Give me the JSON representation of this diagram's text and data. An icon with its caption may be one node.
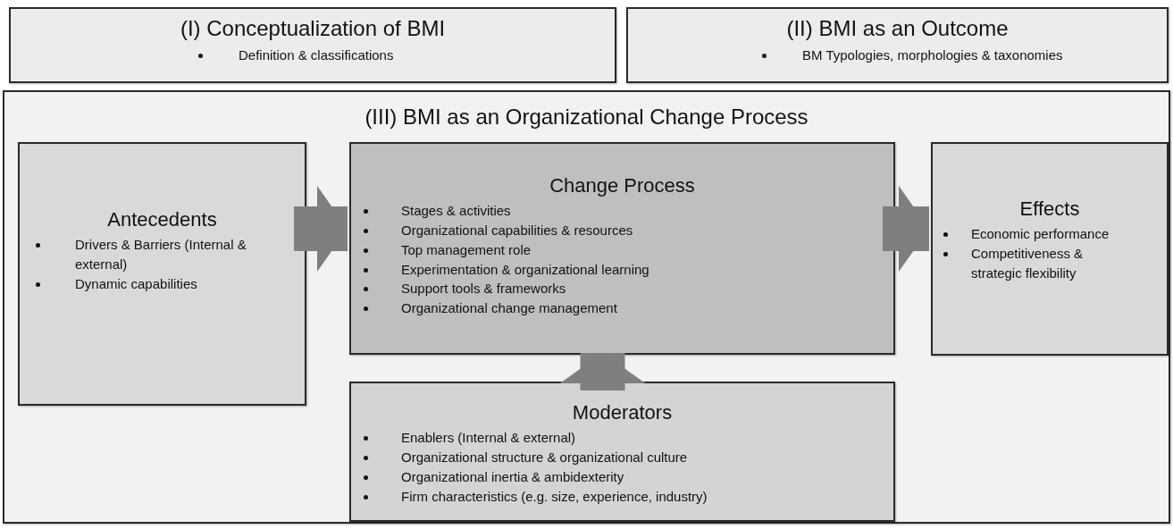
{
  "diagram": {
    "nodes": [
      {
        "text": [
          "(I) Conceptualization of BMI",
          "Definition & classifications"
        ]
      },
      {
        "text": [
          "(II) BMI as an Outcome",
          "BM Typologies, morphologies & taxonomies"
        ]
      },
      {
        "text": [
          "(III) BMI as an Organizational Change Process"
        ]
      },
      {
        "text": [
          "Antecedents",
          "Drivers & Barriers (Internal & external)",
          "Dynamic capabilities"
        ],
        "in": 2
      },
      {
        "text": [
          "Change Process",
          "Stages & activities",
          "Organizational capabilities & resources",
          "Top management role",
          "Experimentation & organizational learning",
          "Support tools & frameworks",
          "Organizational change management"
        ],
        "in": 2
      },
      {
        "text": [
          "Effects",
          "Economic performance",
          "Competitiveness & strategic flexibility"
        ],
        "in": 2
      },
      {
        "text": [
          "Moderators",
          "Enablers (Internal & external)",
          "Organizational structure & organizational culture",
          "Organizational inertia & ambidexterity",
          "Firm characteristics (e.g. size, experience, industry)"
        ],
        "in": 2
      }
    ],
    "edges": [
      {
        "from": 3,
        "to": 4,
        "arrow": "to"
      },
      {
        "from": 4,
        "to": 5,
        "arrow": "to"
      },
      {
        "from": 6,
        "to": 4,
        "arrow": "to"
      }
    ]
  }
}
